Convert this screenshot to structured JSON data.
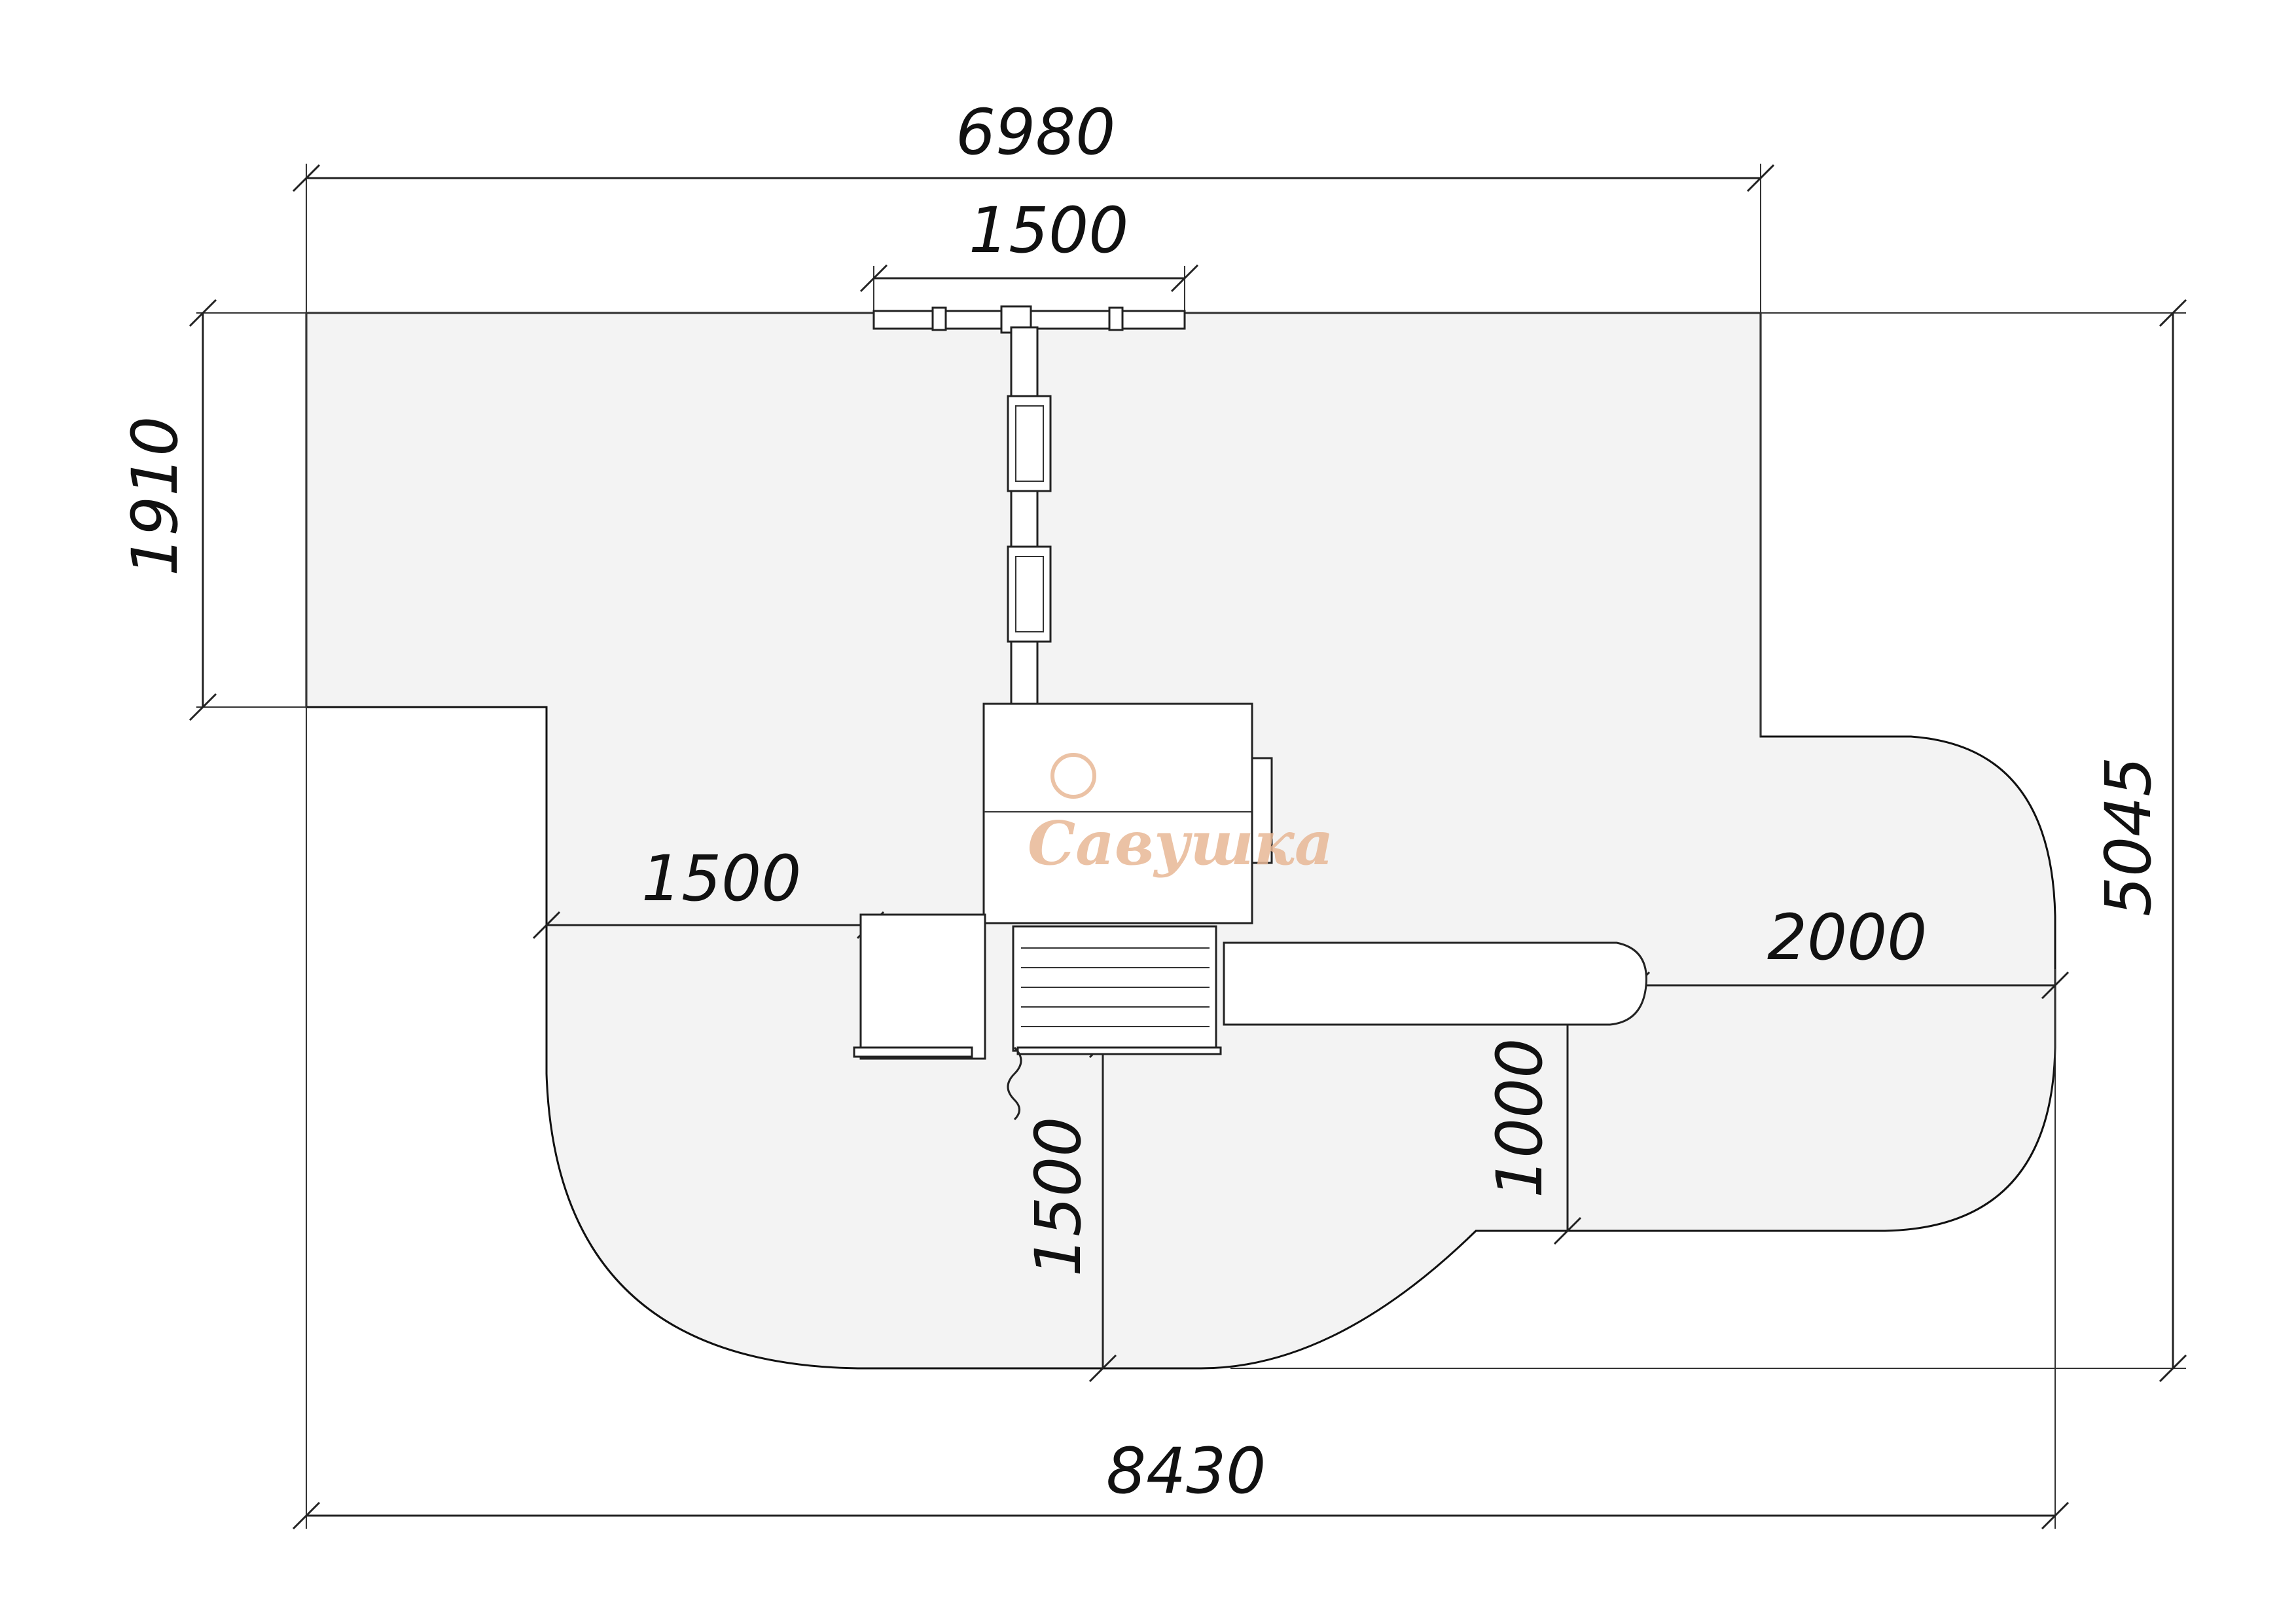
{
  "dimensions": {
    "overall_top": "6980",
    "swing_beam": "1500",
    "left_height": "1910",
    "right_height": "5045",
    "slide_side": "1500",
    "right_offset": "2000",
    "right_notch": "1000",
    "bottom_front": "1500",
    "overall_bottom": "8430"
  },
  "logo": {
    "text": "Савушка"
  },
  "colors": {
    "zone_fill": "#f3f3f3",
    "line": "#222222",
    "logo": "#e8b896"
  }
}
